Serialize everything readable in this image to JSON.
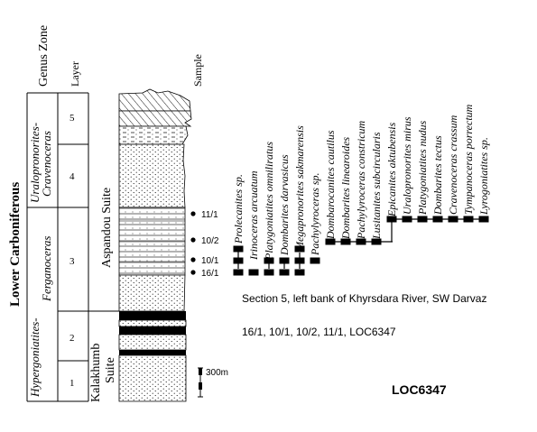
{
  "header": {
    "genus_zone": "Genus Zone",
    "layer": "Layer",
    "sample": "Sample"
  },
  "system_label": "Lower Carboniferous",
  "zones": {
    "upper_line1": "Uralopronorites-",
    "upper_line2": "Cravenoceras",
    "lower_line1": "Hypergoniatites-",
    "lower_line2": "Ferganoceras"
  },
  "layers": [
    "5",
    "4",
    "3",
    "2",
    "1"
  ],
  "suites": {
    "aspandou": "Aspandou Suite",
    "kalakhumb_line1": "Kalakhumb",
    "kalakhumb_line2": "Suite"
  },
  "samples": [
    "11/1",
    "10/2",
    "10/1",
    "16/1"
  ],
  "taxa": [
    "Prolecanites sp.",
    "Irinoceras arcuatum",
    "Platygoniatites omniliratus",
    "Dombarites darvasicus",
    "Megapronorites sakmarensis",
    "Pachylyroceras sp.",
    "Dombarocanites cautilus",
    "Dombarites linearoides",
    "Pachylyroceras constricum",
    "Lusitanites subcircularis",
    "Epicanites aktubensis",
    "Uralopronorites mirus",
    "Platygoniatites nudus",
    "Dombarites tectus",
    "Cravenoceras crassum",
    "Tympanoceras porrectum",
    "Lyrogoniatites sp."
  ],
  "caption": {
    "section": "Section 5, left bank of Khyrsdara River, SW Darvaz",
    "samples_line": "16/1, 10/1, 10/2, 11/1, LOC6347"
  },
  "scale_label": "300m",
  "locality_label": "LOC6347"
}
